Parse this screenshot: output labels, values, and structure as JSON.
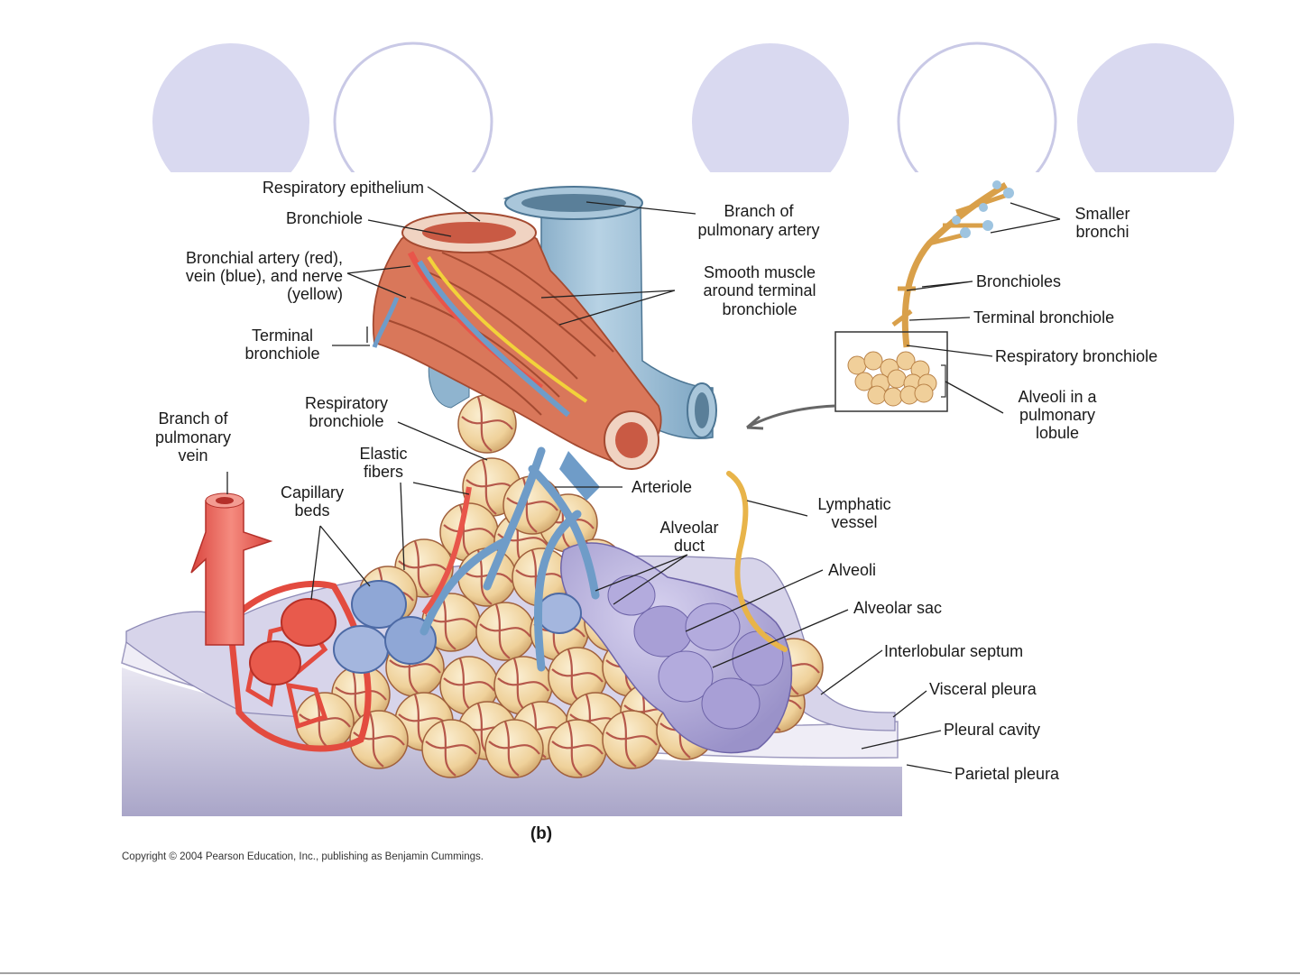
{
  "slide": {
    "decor_circle_colors": [
      "#d9d9f0",
      "#ffffff",
      "#d9d9f0",
      "#ffffff",
      "#d9d9f0"
    ],
    "circle_outline_color": "#c9c9e6"
  },
  "figure": {
    "panel_label": "(b)",
    "copyright": "Copyright © 2004 Pearson Education, Inc., publishing as Benjamin Cummings.",
    "labels": {
      "respiratory_epithelium": "Respiratory epithelium",
      "bronchiole": "Bronchiole",
      "bronchial_line1": "Bronchial artery (red),",
      "bronchial_line2": "vein (blue), and nerve",
      "bronchial_line3": "(yellow)",
      "terminal_bronchiole_line1": "Terminal",
      "terminal_bronchiole_line2": "bronchiole",
      "branch_pulm_vein_line1": "Branch of",
      "branch_pulm_vein_line2": "pulmonary",
      "branch_pulm_vein_line3": "vein",
      "resp_bronchiole_line1": "Respiratory",
      "resp_bronchiole_line2": "bronchiole",
      "elastic_line1": "Elastic",
      "elastic_line2": "fibers",
      "capillary_line1": "Capillary",
      "capillary_line2": "beds",
      "branch_pulm_artery_line1": "Branch of",
      "branch_pulm_artery_line2": "pulmonary artery",
      "smooth_line1": "Smooth muscle",
      "smooth_line2": "around terminal",
      "smooth_line3": "bronchiole",
      "arteriole": "Arteriole",
      "lymphatic_line1": "Lymphatic",
      "lymphatic_line2": "vessel",
      "alveolar_duct_line1": "Alveolar",
      "alveolar_duct_line2": "duct",
      "alveoli": "Alveoli",
      "alveolar_sac": "Alveolar sac",
      "interlobular_septum": "Interlobular septum",
      "visceral_pleura": "Visceral pleura",
      "pleural_cavity": "Pleural cavity",
      "parietal_pleura": "Parietal pleura"
    },
    "inset_labels": {
      "smaller_line1": "Smaller",
      "smaller_line2": "bronchi",
      "bronchioles": "Bronchioles",
      "terminal_bronchiole": "Terminal  bronchiole",
      "respiratory_bronchiole": "Respiratory bronchiole",
      "alveoli_line1": "Alveoli in a",
      "alveoli_line2": "pulmonary",
      "alveoli_line3": "lobule"
    },
    "colors": {
      "artery": "#e8554a",
      "vein": "#6f9cc8",
      "nerve": "#f2d23a",
      "muscle": "#d9775a",
      "alveolus": "#f1d6a2",
      "alveolar_sac": "#b7b0dc",
      "pleura": "#c6c3dd",
      "pulmonary_artery": "#8fb4cf"
    }
  }
}
